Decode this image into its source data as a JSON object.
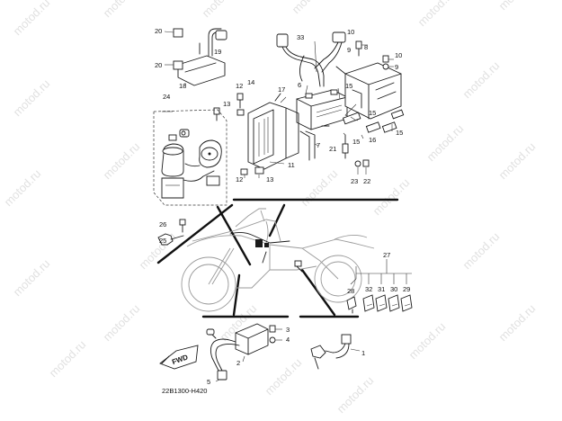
{
  "diagram": {
    "code": "22B1300-H420",
    "fwd_label": "FWD",
    "watermark_text": "motod.ru",
    "callouts": [
      {
        "id": "c20a",
        "text": "20"
      },
      {
        "id": "c19",
        "text": "19"
      },
      {
        "id": "c20b",
        "text": "20"
      },
      {
        "id": "c18",
        "text": "18"
      },
      {
        "id": "c33",
        "text": "33"
      },
      {
        "id": "c6",
        "text": "6"
      },
      {
        "id": "c10a",
        "text": "10"
      },
      {
        "id": "c9a",
        "text": "9"
      },
      {
        "id": "c8",
        "text": "8"
      },
      {
        "id": "c10b",
        "text": "10"
      },
      {
        "id": "c9b",
        "text": "9"
      },
      {
        "id": "c14",
        "text": "14"
      },
      {
        "id": "c12a",
        "text": "12"
      },
      {
        "id": "c17",
        "text": "17"
      },
      {
        "id": "c13a",
        "text": "13"
      },
      {
        "id": "c15a",
        "text": "15"
      },
      {
        "id": "c15b",
        "text": "15"
      },
      {
        "id": "c15c",
        "text": "15"
      },
      {
        "id": "c16",
        "text": "16"
      },
      {
        "id": "c15d",
        "text": "15"
      },
      {
        "id": "c7",
        "text": "7"
      },
      {
        "id": "c21",
        "text": "21"
      },
      {
        "id": "c11",
        "text": "11"
      },
      {
        "id": "c12b",
        "text": "12"
      },
      {
        "id": "c13b",
        "text": "13"
      },
      {
        "id": "c23",
        "text": "23"
      },
      {
        "id": "c22",
        "text": "22"
      },
      {
        "id": "c24",
        "text": "24"
      },
      {
        "id": "c26",
        "text": "26"
      },
      {
        "id": "c25",
        "text": "25"
      },
      {
        "id": "c27",
        "text": "27"
      },
      {
        "id": "c28",
        "text": "28"
      },
      {
        "id": "c32",
        "text": "32"
      },
      {
        "id": "c31",
        "text": "31"
      },
      {
        "id": "c30",
        "text": "30"
      },
      {
        "id": "c29",
        "text": "29"
      },
      {
        "id": "c3",
        "text": "3"
      },
      {
        "id": "c4",
        "text": "4"
      },
      {
        "id": "c2",
        "text": "2"
      },
      {
        "id": "c5",
        "text": "5"
      },
      {
        "id": "c1",
        "text": "1"
      }
    ]
  }
}
